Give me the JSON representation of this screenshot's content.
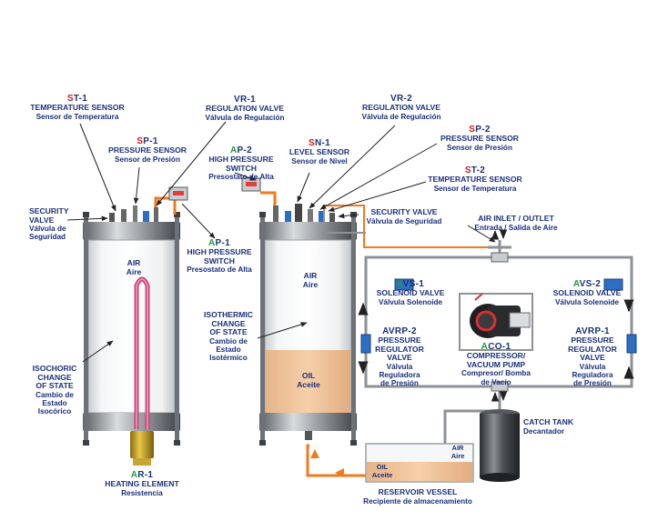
{
  "labels": {
    "st1": {
      "first": "S",
      "rest": "T-1",
      "title": "TEMPERATURE SENSOR",
      "sub": "Sensor de Temperatura"
    },
    "sp1": {
      "first": "S",
      "rest": "P-1",
      "title": "PRESSURE SENSOR",
      "sub": "Sensor de Presión"
    },
    "vr1": {
      "first": "",
      "rest": "VR-1",
      "title": "REGULATION VALVE",
      "sub": "Válvula de Regulación"
    },
    "ap2": {
      "first": "A",
      "rest": "P-2",
      "title1": "HIGH PRESSURE",
      "title2": "SWITCH",
      "sub": "Presostato de Alta"
    },
    "sn1": {
      "first": "S",
      "rest": "N-1",
      "title": "LEVEL SENSOR",
      "sub": "Sensor de Nivel"
    },
    "vr2": {
      "first": "",
      "rest": "VR-2",
      "title": "REGULATION VALVE",
      "sub": "Válvula de Regulación"
    },
    "sp2": {
      "first": "S",
      "rest": "P-2",
      "title": "PRESSURE SENSOR",
      "sub": "Sensor de Presión"
    },
    "st2": {
      "first": "S",
      "rest": "T-2",
      "title": "TEMPERATURE SENSOR",
      "sub": "Sensor de Temperatura"
    },
    "sv_left": {
      "l1": "SECURITY",
      "l2": "VALVE",
      "l3": "Válvula de",
      "l4": "Seguridad"
    },
    "sv_right": {
      "title": "SECURITY VALVE",
      "sub": "Válvula de Seguridad"
    },
    "ap1": {
      "first": "A",
      "rest": "P-1",
      "title1": "HIGH PRESSURE",
      "title2": "SWITCH",
      "sub": "Presostato de Alta"
    },
    "air_inlet": {
      "title": "AIR INLET / OUTLET",
      "sub": "Entrada / Salida de Aire"
    },
    "avs1": {
      "first": "A",
      "rest": "VS-1",
      "title": "SOLENOID VALVE",
      "sub": "Válvula Solenoide"
    },
    "avs2": {
      "first": "A",
      "rest": "VS-2",
      "title": "SOLENOID VALVE",
      "sub": "Válvula Solenoide"
    },
    "avrp2": {
      "first": "",
      "rest": "AVRP-2",
      "l1": "PRESSURE",
      "l2": "REGULATOR",
      "l3": "VALVE",
      "l4": "Válvula",
      "l5": "Reguladora",
      "l6": "de Presión"
    },
    "avrp1": {
      "first": "",
      "rest": "AVRP-1",
      "l1": "PRESSURE",
      "l2": "REGULATOR",
      "l3": "VALVE",
      "l4": "Válvula",
      "l5": "Reguladora",
      "l6": "de Presión"
    },
    "aco1": {
      "first": "A",
      "rest": "CO-1",
      "l1": "COMPRESSOR/",
      "l2": "VACUUM PUMP",
      "l3": "Compresor/ Bomba",
      "l4": "de Vacío"
    },
    "isothermic": {
      "l1": "ISOTHERMIC",
      "l2": "CHANGE",
      "l3": "OF STATE",
      "l4": "Cambio de",
      "l5": "Estado",
      "l6": "Isotérmico"
    },
    "isochoric": {
      "l1": "ISOCHORIC",
      "l2": "CHANGE",
      "l3": "OF STATE",
      "l4": "Cambio de",
      "l5": "Estado",
      "l6": "Isocórico"
    },
    "catch_tank": {
      "title": "CATCH TANK",
      "sub": "Decantador"
    },
    "ar1": {
      "first": "A",
      "rest": "R-1",
      "title": "HEATING ELEMENT",
      "sub": "Resistencia"
    },
    "reservoir": {
      "title": "RESERVOIR VESSEL",
      "sub": "Recipiente de almacenamiento"
    }
  },
  "inside": {
    "left_air": {
      "l1": "AIR",
      "l2": "Aire"
    },
    "right_air": {
      "l1": "AIR",
      "l2": "Aire"
    },
    "right_oil": {
      "l1": "OIL",
      "l2": "Aceite"
    },
    "res_air": {
      "l1": "AIR",
      "l2": "Aire"
    },
    "res_oil": {
      "l1": "OIL",
      "l2": "Aceite"
    }
  },
  "colors": {
    "label": "#1b2f7a",
    "accent_red": "#d11a1a",
    "accent_green": "#1f9a2e",
    "oil": "#f2c49b",
    "pipe_orange": "#f07a1e",
    "frame_grey": "#8e9296"
  }
}
